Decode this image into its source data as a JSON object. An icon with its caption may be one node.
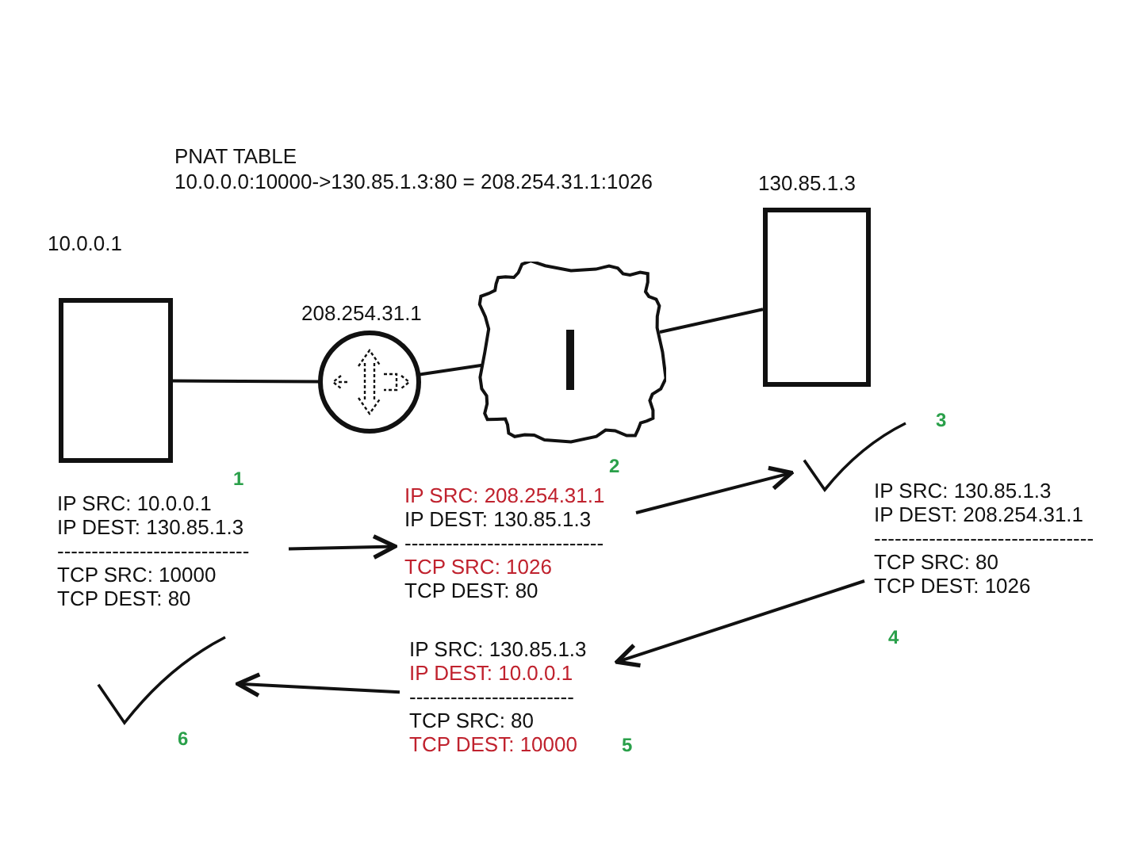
{
  "diagram": {
    "nodes": [
      {
        "text": [
          "10.0.0.1"
        ]
      },
      {
        "text": [
          "208.254.31.1"
        ]
      },
      {
        "text": [],
        "shape": "cloud"
      },
      {
        "text": [
          "130.85.1.3"
        ]
      },
      {
        "text": [],
        "shape": "checkmark",
        "beside": [
          "3"
        ]
      },
      {
        "text": [
          "IP SRC: 10.0.0.1",
          "IP DEST: 130.85.1.3",
          "----------------------------",
          "TCP SRC: 10000",
          "TCP DEST: 80"
        ],
        "beside": [
          "1"
        ]
      },
      {
        "text": [
          "IP SRC: 208.254.31.1",
          "IP DEST: 130.85.1.3",
          "-----------------------------",
          "TCP SRC: 1026",
          "TCP DEST: 80"
        ],
        "beside": [
          "2"
        ]
      },
      {
        "text": [
          "IP SRC: 130.85.1.3",
          "IP DEST: 208.254.31.1",
          "--------------------------------",
          "TCP SRC: 80",
          "TCP DEST: 1026"
        ],
        "beside": [
          "4"
        ]
      },
      {
        "text": [],
        "shape": "checkmark",
        "beside": [
          "6"
        ]
      },
      {
        "text": [
          "IP SRC: 130.85.1.3",
          "IP DEST: 10.0.0.1",
          "------------------------",
          "TCP SRC: 80",
          "TCP DEST: 10000"
        ],
        "beside": [
          "5"
        ]
      }
    ],
    "edges": [
      {
        "from": 0,
        "to": 1,
        "arrow": "none"
      },
      {
        "from": 1,
        "to": 2,
        "arrow": "none"
      },
      {
        "from": 2,
        "to": 3,
        "arrow": "none"
      },
      {
        "from": 5,
        "to": 6,
        "arrow": "to"
      },
      {
        "from": 6,
        "to": 4,
        "arrow": "to"
      },
      {
        "from": 7,
        "to": 9,
        "arrow": "to"
      },
      {
        "from": 9,
        "to": 8,
        "arrow": "to"
      }
    ],
    "labels": [
      "PNAT TABLE",
      "10.0.0.0:10000->130.85.1.3:80 = 208.254.31.1:1026"
    ]
  }
}
